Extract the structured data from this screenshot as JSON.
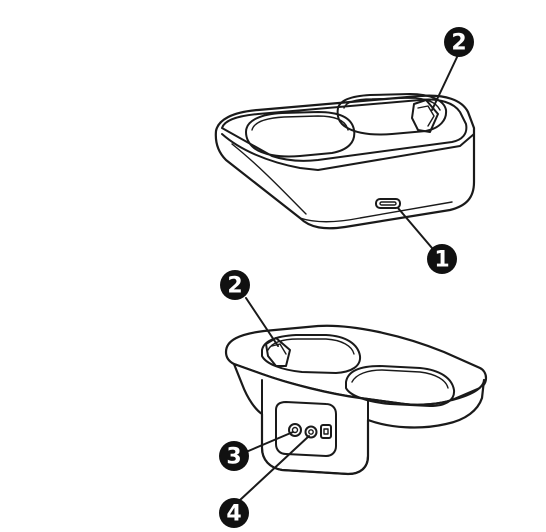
{
  "callouts": {
    "top_pin": "2",
    "top_usb_port": "1",
    "bottom_pin": "2",
    "bottom_left_jack": "3",
    "bottom_right_jack": "4"
  },
  "colors": {
    "line": "#1a1a1a",
    "badge": "#111111",
    "background": "#ffffff"
  }
}
